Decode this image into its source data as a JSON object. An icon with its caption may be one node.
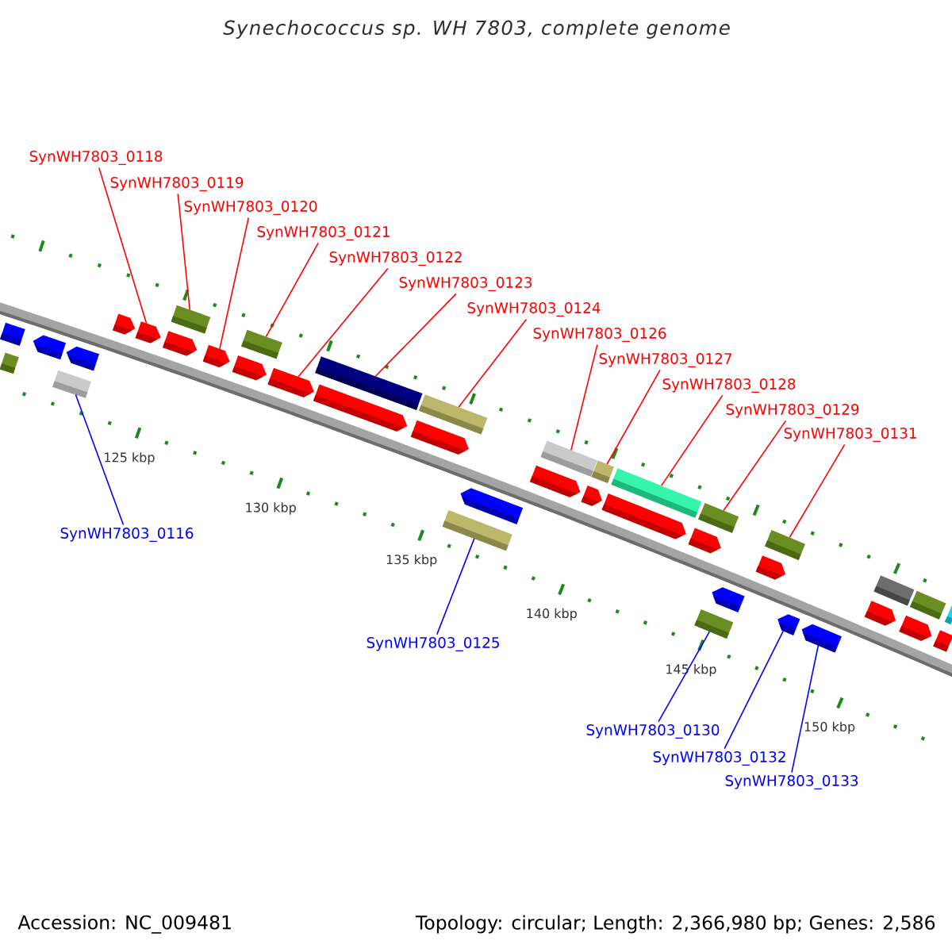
{
  "diagram": {
    "title": "Synechococcus sp. WH 7803, complete genome",
    "nodes": [
      {
        "text": [
          "SynWH7803_0118"
        ]
      },
      {
        "text": [
          "SynWH7803_0119"
        ]
      },
      {
        "text": [
          "SynWH7803_0120"
        ]
      },
      {
        "text": [
          "SynWH7803_0121"
        ]
      },
      {
        "text": [
          "SynWH7803_0122"
        ]
      },
      {
        "text": [
          "SynWH7803_0123"
        ]
      },
      {
        "text": [
          "SynWH7803_0124"
        ]
      },
      {
        "text": [
          "SynWH7803_0126"
        ]
      },
      {
        "text": [
          "SynWH7803_0127"
        ]
      },
      {
        "text": [
          "SynWH7803_0128"
        ]
      },
      {
        "text": [
          "SynWH7803_0129"
        ]
      },
      {
        "text": [
          "SynWH7803_0131"
        ]
      },
      {
        "text": [
          "SynWH7803_0116"
        ]
      },
      {
        "text": [
          "SynWH7803_0125"
        ]
      },
      {
        "text": [
          "SynWH7803_0130"
        ]
      },
      {
        "text": [
          "SynWH7803_0132"
        ]
      },
      {
        "text": [
          "SynWH7803_0133"
        ]
      },
      {
        "text": [],
        "shape": "pentagon"
      },
      {
        "text": [],
        "shape": "box"
      },
      {
        "text": [],
        "shape": "pentagon"
      },
      {
        "text": [],
        "shape": "box"
      },
      {
        "text": [],
        "shape": "pentagon"
      },
      {
        "text": [],
        "shape": "pentagon"
      },
      {
        "text": [],
        "shape": "pentagon"
      },
      {
        "text": [],
        "shape": "pentagon"
      },
      {
        "text": [],
        "shape": "box"
      },
      {
        "text": [],
        "shape": "pentagon"
      },
      {
        "text": [],
        "shape": "pentagon"
      },
      {
        "text": [],
        "shape": "box"
      },
      {
        "text": [],
        "shape": "pentagon"
      },
      {
        "text": [],
        "shape": "pentagon"
      },
      {
        "text": [],
        "shape": "box"
      },
      {
        "text": [],
        "shape": "pentagon"
      },
      {
        "text": [],
        "shape": "box"
      },
      {
        "text": [],
        "shape": "box"
      },
      {
        "text": [],
        "shape": "pentagon"
      },
      {
        "text": [],
        "shape": "pentagon"
      },
      {
        "text": [],
        "shape": "box"
      },
      {
        "text": [],
        "shape": "pentagon"
      },
      {
        "text": [],
        "shape": "box"
      },
      {
        "text": [],
        "shape": "pentagon"
      },
      {
        "text": [],
        "shape": "box"
      },
      {
        "text": [],
        "shape": "pentagon"
      },
      {
        "text": [],
        "shape": "box"
      },
      {
        "text": [],
        "shape": "box"
      },
      {
        "text": [],
        "shape": "pentagon"
      },
      {
        "text": [],
        "shape": "pentagon"
      },
      {
        "text": [],
        "shape": "box"
      },
      {
        "text": [],
        "shape": "pentagon"
      },
      {
        "text": [],
        "shape": "pentagon"
      },
      {
        "text": [],
        "shape": "pentagon"
      },
      {
        "text": [],
        "shape": "box"
      },
      {
        "text": [],
        "shape": "pentagon"
      },
      {
        "text": [],
        "shape": "box"
      },
      {
        "text": [],
        "shape": "pentagon"
      },
      {
        "text": [],
        "shape": "box"
      }
    ],
    "edges": [
      {
        "from": 0,
        "to": 23,
        "arrow": "none"
      },
      {
        "from": 1,
        "to": 25,
        "arrow": "none"
      },
      {
        "from": 2,
        "to": 26,
        "arrow": "none"
      },
      {
        "from": 3,
        "to": 28,
        "arrow": "none"
      },
      {
        "from": 4,
        "to": 29,
        "arrow": "none"
      },
      {
        "from": 5,
        "to": 31,
        "arrow": "none"
      },
      {
        "from": 6,
        "to": 33,
        "arrow": "none"
      },
      {
        "from": 7,
        "to": 37,
        "arrow": "none"
      },
      {
        "from": 8,
        "to": 39,
        "arrow": "none"
      },
      {
        "from": 9,
        "to": 41,
        "arrow": "none"
      },
      {
        "from": 10,
        "to": 44,
        "arrow": "none"
      },
      {
        "from": 11,
        "to": 47,
        "arrow": "none"
      },
      {
        "from": 12,
        "to": 20,
        "arrow": "none",
        "color": "#0000ff"
      },
      {
        "from": 13,
        "to": 34,
        "arrow": "none",
        "color": "#0000ff"
      },
      {
        "from": 14,
        "to": 43,
        "arrow": "none",
        "color": "#0000ff"
      },
      {
        "from": 15,
        "to": 48,
        "arrow": "none",
        "color": "#0000ff"
      },
      {
        "from": 16,
        "to": 49,
        "arrow": "none",
        "color": "#0000ff"
      }
    ],
    "labels": [
      "125 kbp",
      "130 kbp",
      "135 kbp",
      "140 kbp",
      "145 kbp",
      "150 kbp",
      "Accession: NC_009481",
      "Topology: circular; Length: 2,366,980 bp; Genes: 2,586"
    ]
  }
}
